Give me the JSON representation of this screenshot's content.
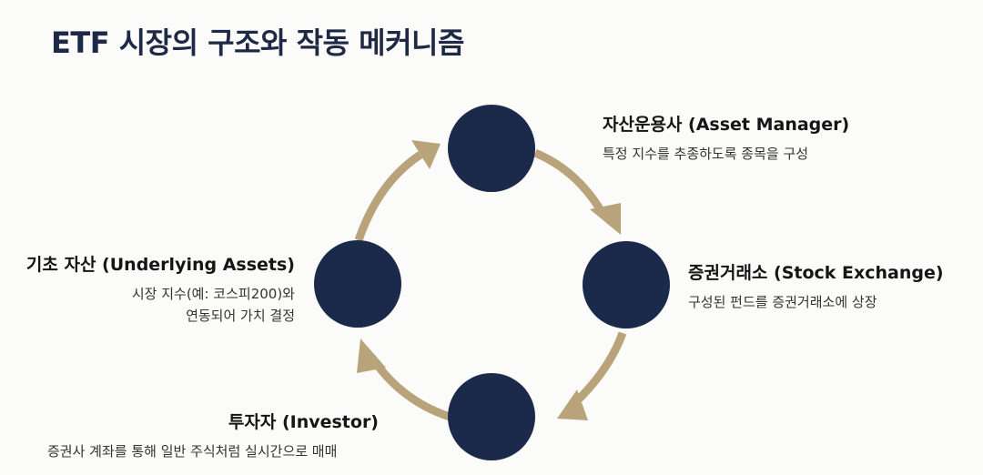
{
  "title": "ETF 시장의 구조와 작동 메커니즘",
  "colors": {
    "node": "#1b2a4a",
    "arrow": "#b9a37a",
    "title": "#1e2a45"
  },
  "nodes": {
    "asset_manager": {
      "heading": "자산운용사 (Asset Manager)",
      "description": "특정 지수를 추종하도록 종목을 구성"
    },
    "stock_exchange": {
      "heading": "증권거래소 (Stock Exchange)",
      "description": "구성된 펀드를 증권거래소에 상장"
    },
    "underlying_assets": {
      "heading": "기초 자산 (Underlying Assets)",
      "description_line1": "시장 지수(예: 코스피200)와",
      "description_line2": "연동되어 가치 결정"
    },
    "investor": {
      "heading": "투자자 (Investor)",
      "description": "증권사 계좌를 통해 일반 주식처럼 실시간으로 매매"
    }
  }
}
